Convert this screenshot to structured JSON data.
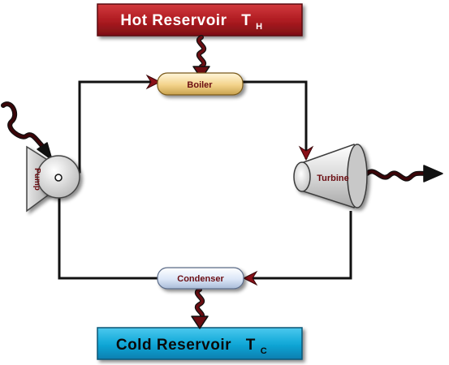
{
  "hot_reservoir": {
    "label": "Hot Reservoir",
    "symbol": "T",
    "subscript": "H",
    "color": "#b01c22",
    "text_color": "#ffffff"
  },
  "cold_reservoir": {
    "label": "Cold Reservoir",
    "symbol": "T",
    "subscript": "C",
    "color": "#12a9d8",
    "text_color": "#0a0a0a"
  },
  "components": {
    "boiler": {
      "label": "Boiler",
      "color": "#f3d38a"
    },
    "condenser": {
      "label": "Condenser",
      "color": "#dbe6f7"
    },
    "turbine": {
      "label": "Turbine",
      "color": "#dcdcdc"
    },
    "pump": {
      "label": "Pump",
      "color": "#dcdcdc"
    }
  },
  "colors": {
    "energy_arrow": "#6b0d12",
    "pipe": "#111111",
    "flow_arrow": "#8a1018"
  },
  "icons": [
    "wavy-energy-arrow",
    "flow-arrowhead"
  ]
}
